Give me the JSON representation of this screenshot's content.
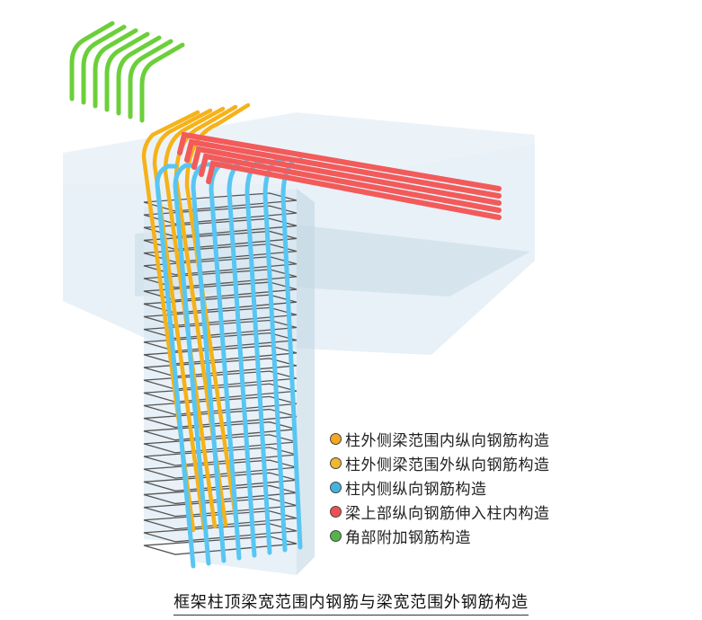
{
  "legend": {
    "items": [
      {
        "label": "柱外侧梁范围内纵向钢筋构造",
        "color": "#f5a623"
      },
      {
        "label": "柱外侧梁范围外纵向钢筋构造",
        "color": "#f0b830"
      },
      {
        "label": "柱内侧纵向钢筋构造",
        "color": "#45b3e0"
      },
      {
        "label": "梁上部纵向钢筋伸入柱内构造",
        "color": "#f05050"
      },
      {
        "label": "角部附加钢筋构造",
        "color": "#55b34a"
      }
    ]
  },
  "caption": "框架柱顶梁宽范围内钢筋与梁宽范围外钢筋构造",
  "colors": {
    "concrete": "#cfe3ee",
    "stirrup": "#555555",
    "green_bar": "#6ccf3a",
    "orange_bar": "#f5b21a",
    "blue_bar": "#58c6f2",
    "red_bar": "#f35a5a"
  }
}
